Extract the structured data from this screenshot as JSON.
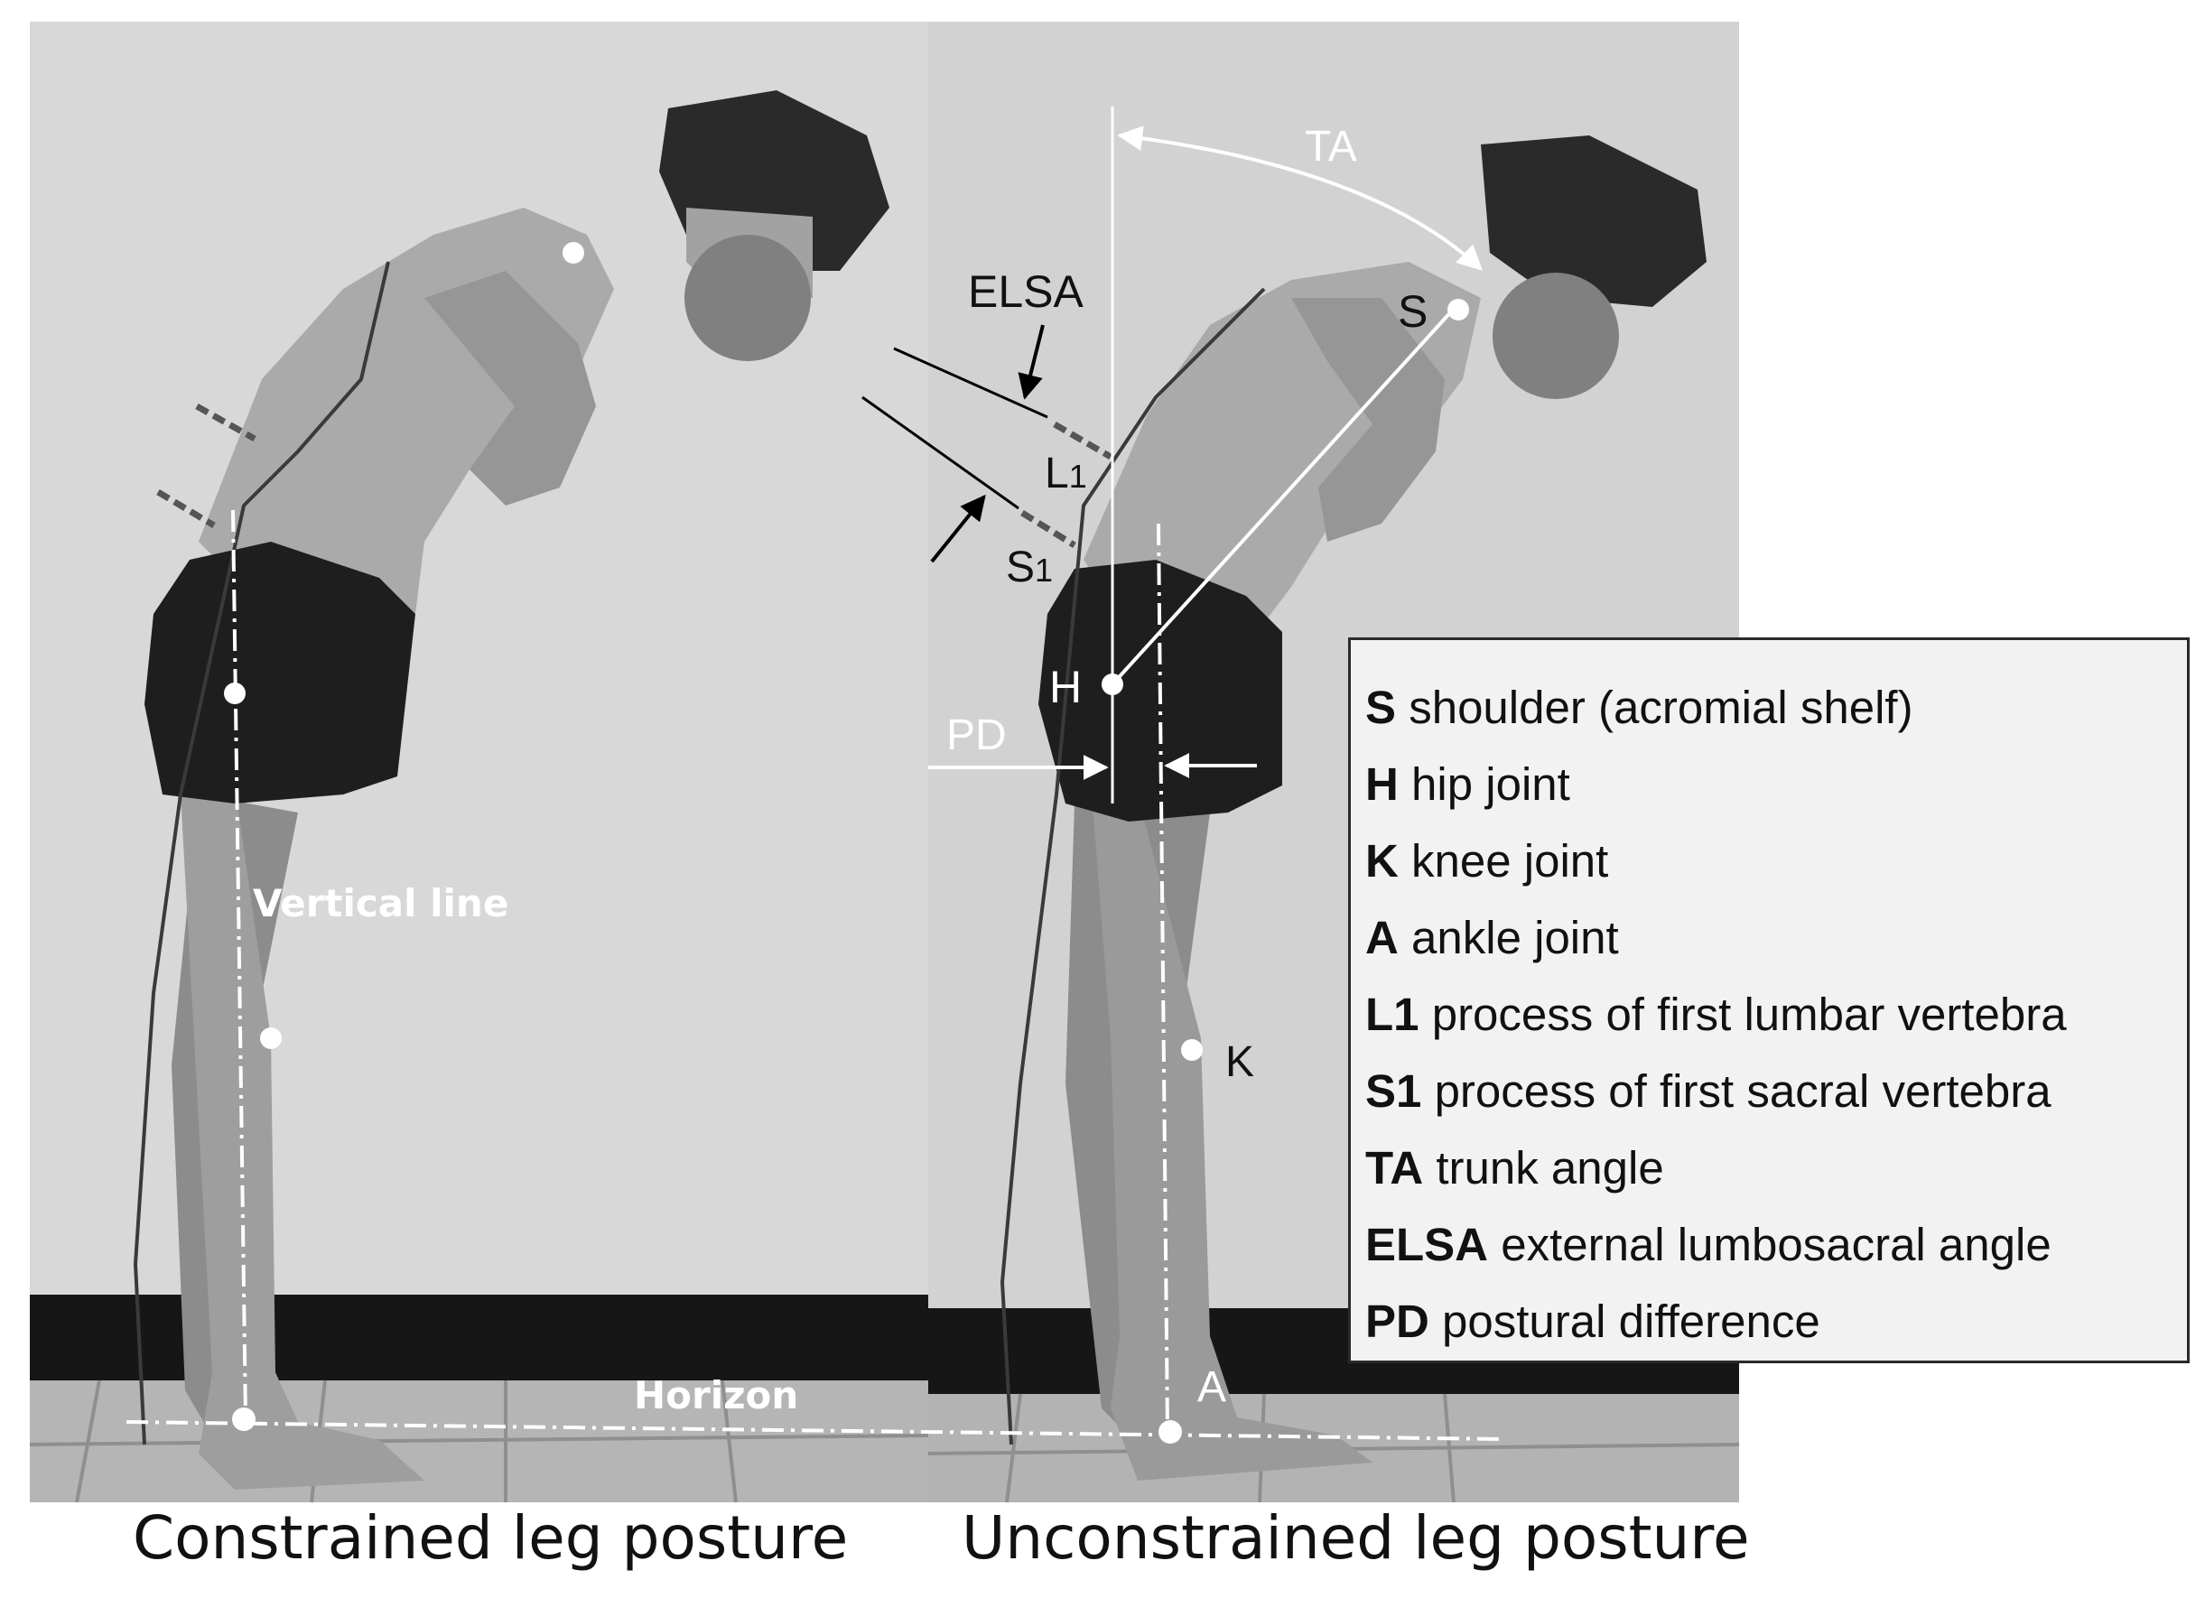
{
  "photo_labels": {
    "elsa": "ELSA",
    "ta": "TA",
    "l1_letter": "L",
    "l1_sub": "1",
    "s1_letter": "S",
    "s1_sub": "1",
    "s": "S",
    "h": "H",
    "pd": "PD",
    "k": "K",
    "a": "A",
    "vertical_line": "Vertical line",
    "horizon": "Horizon"
  },
  "legend": {
    "items": [
      {
        "key": "S",
        "text": "shoulder (acromial shelf)"
      },
      {
        "key": "H",
        "text": "hip joint"
      },
      {
        "key": "K",
        "text": "knee joint"
      },
      {
        "key": "A",
        "text": "ankle joint"
      },
      {
        "key": "L1",
        "text": "process of first lumbar vertebra"
      },
      {
        "key": "S1",
        "text": "process of first sacral vertebra"
      },
      {
        "key": "TA",
        "text": "trunk angle"
      },
      {
        "key": "ELSA",
        "text": "external lumbosacral angle"
      },
      {
        "key": "PD",
        "text": "postural difference"
      }
    ]
  },
  "captions": {
    "left": "Constrained leg posture",
    "right": "Unconstrained leg posture"
  },
  "colors": {
    "wall": "#d6d6d6",
    "floor": "#b9b9b9",
    "skin": "#9a9a9a",
    "shorts": "#1e1e1e",
    "baseboard": "#161616",
    "face_mask": "#808080",
    "marker": "#ffffff"
  }
}
